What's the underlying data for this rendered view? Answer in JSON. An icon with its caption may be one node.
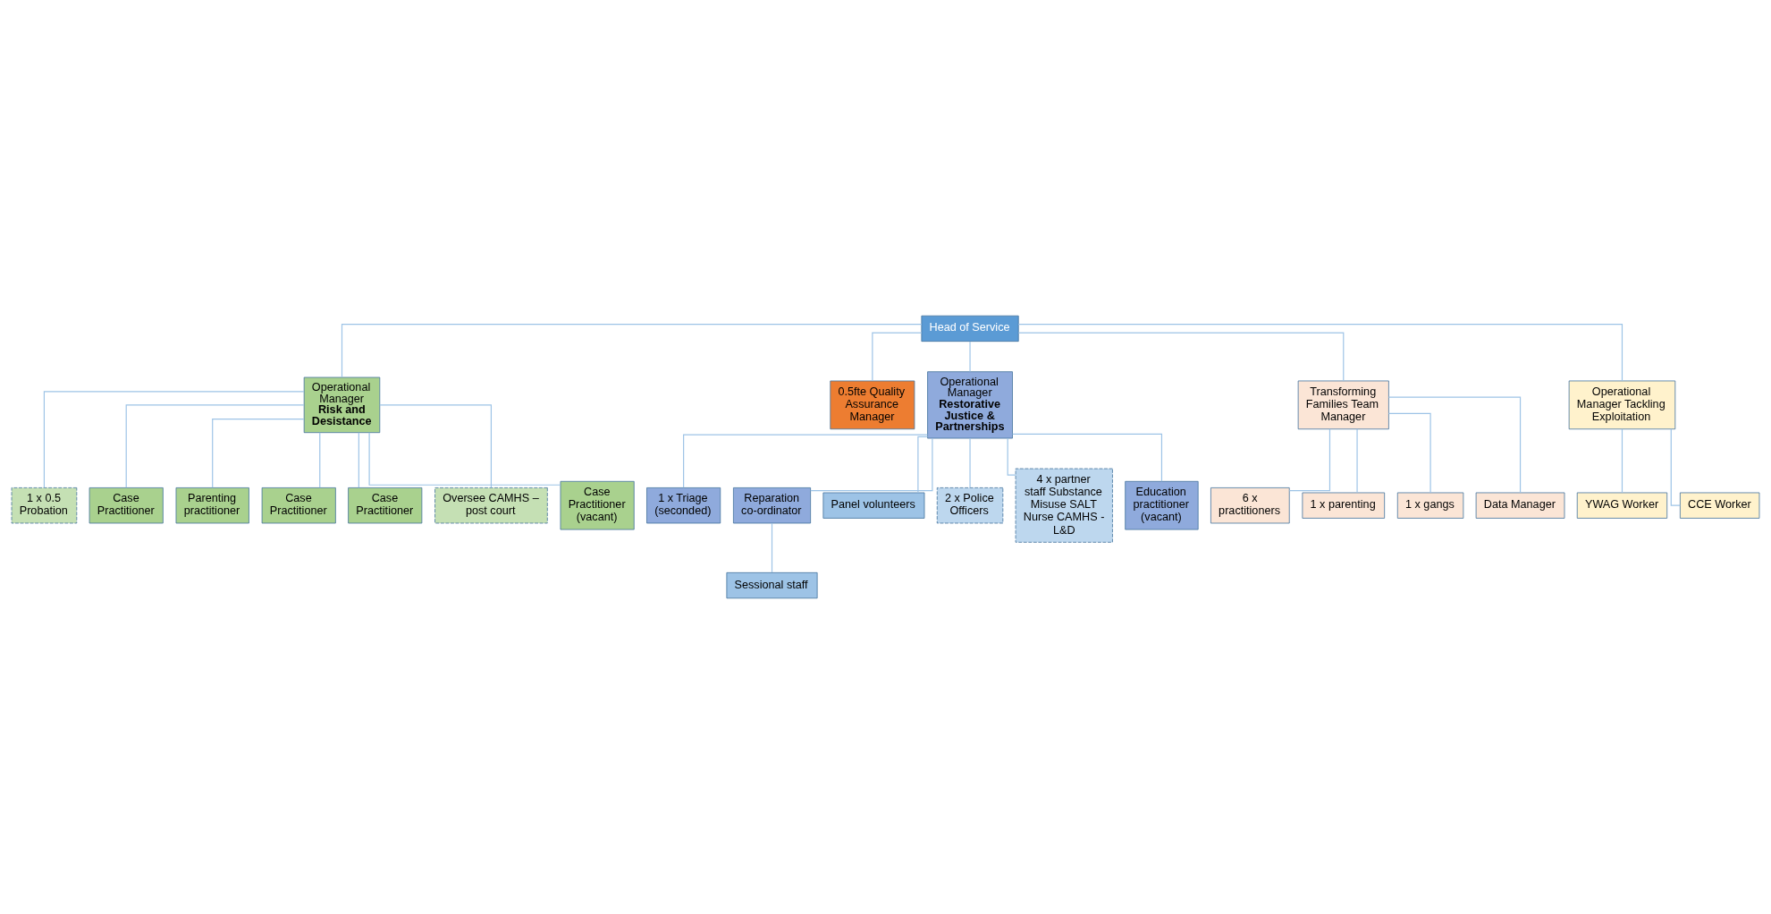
{
  "diagram": {
    "nodes": [
      {
        "text": [
          "Head of Service"
        ]
      },
      {
        "text": [
          "Operational Manager",
          "Risk and Desistance"
        ]
      },
      {
        "text": [
          "0.5fte Quality Assurance Manager"
        ]
      },
      {
        "text": [
          "Operational Manager",
          "Restorative Justice & Partnerships"
        ]
      },
      {
        "text": [
          "Transforming Families Team Manager"
        ]
      },
      {
        "text": [
          "Operational Manager Tackling Exploitation"
        ]
      },
      {
        "text": [
          "1 x 0.5 Probation"
        ]
      },
      {
        "text": [
          "Case Practitioner"
        ]
      },
      {
        "text": [
          "Parenting practitioner"
        ]
      },
      {
        "text": [
          "Case Practitioner"
        ]
      },
      {
        "text": [
          "Case Practitioner"
        ]
      },
      {
        "text": [
          "Oversee CAMHS – post court"
        ]
      },
      {
        "text": [
          "Case Practitioner (vacant)"
        ]
      },
      {
        "text": [
          "1 x Triage (seconded)"
        ]
      },
      {
        "text": [
          "Reparation co-ordinator"
        ]
      },
      {
        "text": [
          "Panel volunteers"
        ]
      },
      {
        "text": [
          "Sessional staff"
        ]
      },
      {
        "text": [
          "2 x Police Officers"
        ]
      },
      {
        "text": [
          "4 x partner staff Substance Misuse SALT Nurse CAMHS - L&D"
        ]
      },
      {
        "text": [
          "Education practitioner (vacant)"
        ]
      },
      {
        "text": [
          "6 x practitioners"
        ]
      },
      {
        "text": [
          "1 x parenting"
        ]
      },
      {
        "text": [
          "1 x gangs"
        ]
      },
      {
        "text": [
          "Data Manager"
        ]
      },
      {
        "text": [
          "YWAG Worker"
        ]
      },
      {
        "text": [
          "CCE Worker"
        ]
      }
    ],
    "edges": [
      {
        "from": 0,
        "to": 1,
        "arrow": "none"
      },
      {
        "from": 0,
        "to": 2,
        "arrow": "none"
      },
      {
        "from": 0,
        "to": 3,
        "arrow": "none"
      },
      {
        "from": 0,
        "to": 4,
        "arrow": "none"
      },
      {
        "from": 0,
        "to": 5,
        "arrow": "none"
      },
      {
        "from": 1,
        "to": 6,
        "arrow": "none"
      },
      {
        "from": 1,
        "to": 7,
        "arrow": "none"
      },
      {
        "from": 1,
        "to": 8,
        "arrow": "none"
      },
      {
        "from": 1,
        "to": 9,
        "arrow": "none"
      },
      {
        "from": 1,
        "to": 10,
        "arrow": "none"
      },
      {
        "from": 1,
        "to": 11,
        "arrow": "none"
      },
      {
        "from": 1,
        "to": 12,
        "arrow": "none"
      },
      {
        "from": 3,
        "to": 13,
        "arrow": "none"
      },
      {
        "from": 3,
        "to": 14,
        "arrow": "none"
      },
      {
        "from": 3,
        "to": 15,
        "arrow": "none"
      },
      {
        "from": 14,
        "to": 16,
        "arrow": "none"
      },
      {
        "from": 3,
        "to": 17,
        "arrow": "none"
      },
      {
        "from": 3,
        "to": 18,
        "arrow": "none"
      },
      {
        "from": 3,
        "to": 19,
        "arrow": "none"
      },
      {
        "from": 4,
        "to": 20,
        "arrow": "none"
      },
      {
        "from": 4,
        "to": 21,
        "arrow": "none"
      },
      {
        "from": 4,
        "to": 22,
        "arrow": "none"
      },
      {
        "from": 4,
        "to": 23,
        "arrow": "none"
      },
      {
        "from": 5,
        "to": 24,
        "arrow": "none"
      },
      {
        "from": 5,
        "to": 25,
        "arrow": "none"
      }
    ]
  }
}
